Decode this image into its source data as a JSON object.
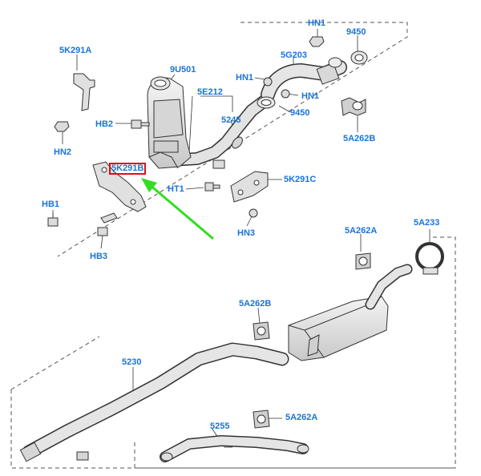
{
  "colors": {
    "label": "#1a73d9",
    "highlight_box": "#e01010",
    "arrow": "#33dd22",
    "line": "#222222",
    "part_fill": "#e6e6e6",
    "part_shadow": "#bdbdbd"
  },
  "highlighted_part": "5K291B",
  "labels": {
    "hn1_top": "HN1",
    "p9450_top": "9450",
    "p5k291a": "5K291A",
    "p9u501": "9U501",
    "p5g203": "5G203",
    "hn1_mid": "HN1",
    "hn1_low": "HN1",
    "p5e212": "5E212",
    "p9450_low": "9450",
    "hb2": "HB2",
    "p5245": "5245",
    "p5a262b_top": "5A262B",
    "hn2": "HN2",
    "p5k291b": "5K291B",
    "p5k291c": "5K291C",
    "ht1": "HT1",
    "hb1": "HB1",
    "hn3": "HN3",
    "p5a233": "5A233",
    "p5a262a_top": "5A262A",
    "hb3": "HB3",
    "p5a262b_mid": "5A262B",
    "p5230": "5230",
    "p5255": "5255",
    "p5a262a_bottom": "5A262A"
  }
}
